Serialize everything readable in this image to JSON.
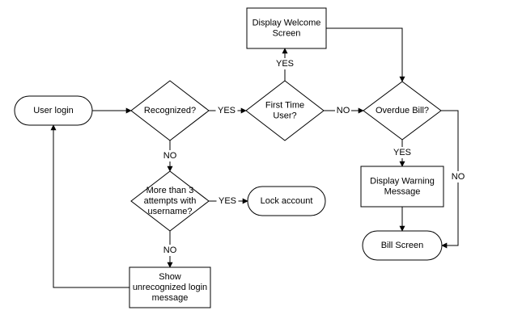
{
  "nodes": {
    "user_login": {
      "text": [
        "User login"
      ],
      "shape": "terminator"
    },
    "recognized": {
      "text": [
        "Recognized?"
      ],
      "shape": "decision"
    },
    "first_time_user": {
      "text": [
        "First Time",
        "User?"
      ],
      "shape": "decision"
    },
    "display_welcome": {
      "text": [
        "Display Welcome",
        "Screen"
      ],
      "shape": "process"
    },
    "overdue_bill": {
      "text": [
        "Overdue Bill?"
      ],
      "shape": "decision"
    },
    "display_warning": {
      "text": [
        "Display Warning",
        "Message"
      ],
      "shape": "process"
    },
    "bill_screen": {
      "text": [
        "Bill Screen"
      ],
      "shape": "terminator"
    },
    "more_than_3": {
      "text": [
        "More than 3",
        "attempts with",
        "username?"
      ],
      "shape": "decision"
    },
    "lock_account": {
      "text": [
        "Lock account"
      ],
      "shape": "terminator"
    },
    "show_unrecognized": {
      "text": [
        "Show",
        "unrecognized login",
        "message"
      ],
      "shape": "process"
    }
  },
  "edges": [
    {
      "from": "user_login",
      "to": "recognized",
      "label": ""
    },
    {
      "from": "recognized",
      "to": "first_time_user",
      "label": "YES"
    },
    {
      "from": "first_time_user",
      "to": "display_welcome",
      "label": "YES"
    },
    {
      "from": "first_time_user",
      "to": "overdue_bill",
      "label": "NO"
    },
    {
      "from": "display_welcome",
      "to": "overdue_bill",
      "label": ""
    },
    {
      "from": "overdue_bill",
      "to": "display_warning",
      "label": "YES"
    },
    {
      "from": "overdue_bill",
      "to": "bill_screen",
      "label": "NO"
    },
    {
      "from": "display_warning",
      "to": "bill_screen",
      "label": ""
    },
    {
      "from": "recognized",
      "to": "more_than_3",
      "label": "NO"
    },
    {
      "from": "more_than_3",
      "to": "lock_account",
      "label": "YES"
    },
    {
      "from": "more_than_3",
      "to": "show_unrecognized",
      "label": "NO"
    },
    {
      "from": "show_unrecognized",
      "to": "user_login",
      "label": ""
    }
  ]
}
